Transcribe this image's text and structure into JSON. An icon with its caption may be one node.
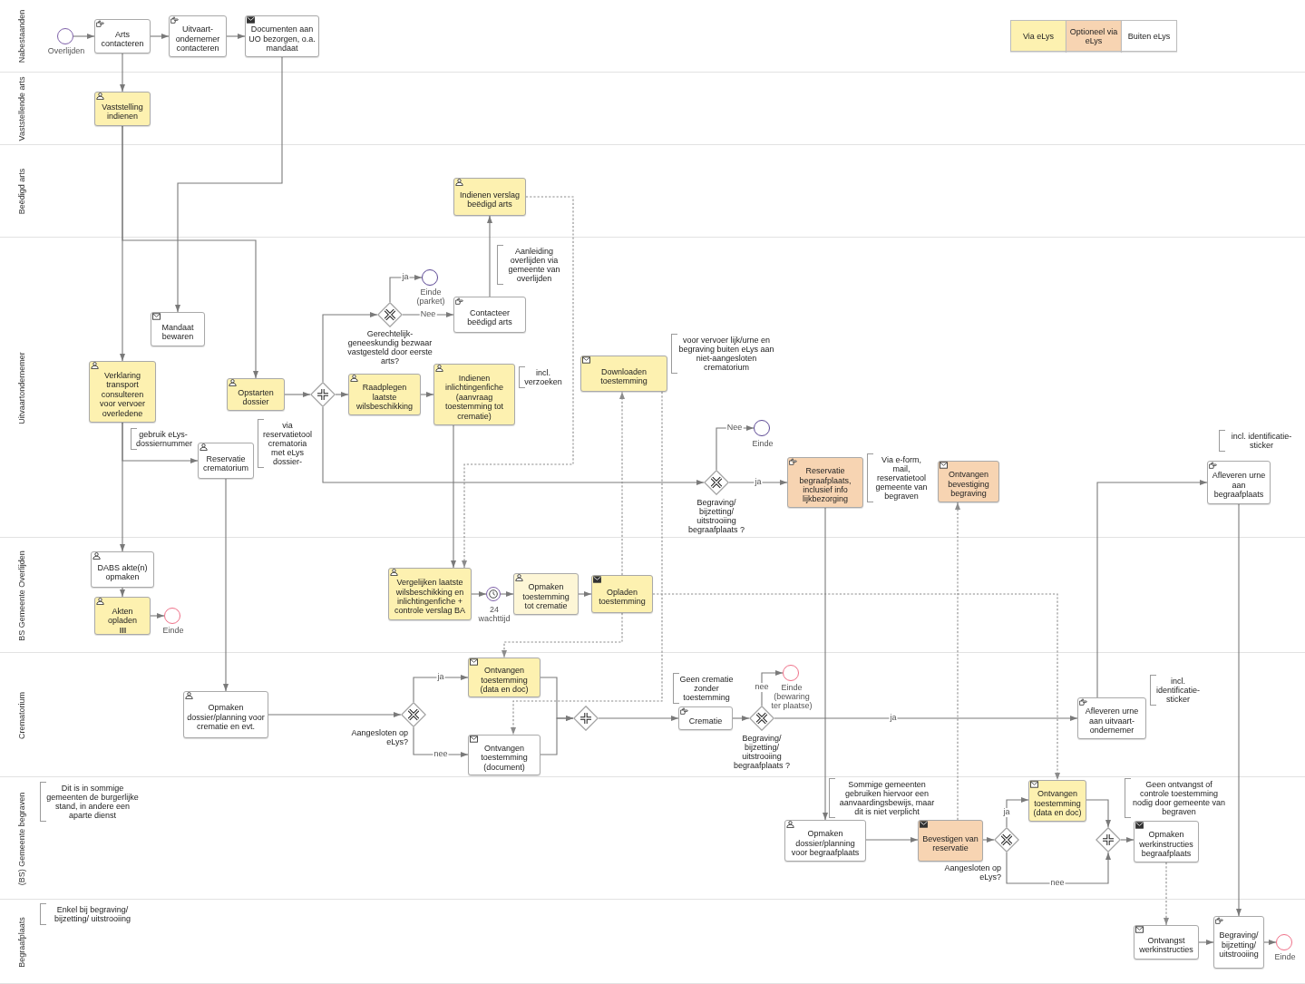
{
  "diagram": {
    "nodes": [
      {
        "text": [
          "Nabestaanden"
        ]
      },
      {
        "text": [
          "Overlijden"
        ],
        "in": 0
      },
      {
        "text": [
          "Arts contacteren"
        ],
        "in": 0
      },
      {
        "text": [
          "Uitvaart- ondernemer contacteren"
        ],
        "in": 0
      },
      {
        "text": [
          "Documenten aan UO bezorgen, o.a. mandaat"
        ],
        "in": 0
      },
      {
        "text": [
          "Vaststellende arts"
        ]
      },
      {
        "text": [
          "Vaststelling indienen"
        ],
        "in": 5
      },
      {
        "text": [
          "Beëdigd arts"
        ]
      },
      {
        "text": [
          "Indienen verslag beëdigd arts"
        ],
        "in": 7
      },
      {
        "text": [
          "Uitvaartondernemer"
        ]
      },
      {
        "text": [
          "Gerechtelijk-geneeskundig bezwaar vastgesteld door eerste arts?"
        ],
        "in": 9
      },
      {
        "text": [
          "Einde (parket)"
        ],
        "in": 9
      },
      {
        "text": [
          "Contacteer beëdigd arts"
        ],
        "in": 9
      },
      {
        "text": [
          "Mandaat bewaren"
        ],
        "in": 9
      },
      {
        "text": [
          "Verklaring transport consulteren voor vervoer overledene"
        ],
        "in": 9
      },
      {
        "text": [
          "Opstarten dossier"
        ],
        "in": 9
      },
      {
        "text": [],
        "shape": "diamond",
        "in": 9
      },
      {
        "text": [
          "Raadplegen laatste wilsbeschikking"
        ],
        "in": 9
      },
      {
        "text": [
          "Indienen inlichtingenfiche (aanvraag toestemming tot crematie)"
        ],
        "in": 9
      },
      {
        "text": [
          "Downloaden toestemming"
        ],
        "in": 9
      },
      {
        "text": [
          "Reservatie crematorium"
        ],
        "in": 9
      },
      {
        "text": [
          "Begraving/ bijzetting/ uitstrooiing begraafplaats ?"
        ],
        "in": 9
      },
      {
        "text": [
          "Einde"
        ],
        "in": 9
      },
      {
        "text": [
          "Reservatie begraafplaats, inclusief info lijkbezorging"
        ],
        "in": 9
      },
      {
        "text": [
          "Ontvangen bevestiging begraving"
        ],
        "in": 9
      },
      {
        "text": [
          "Afleveren urne aan begraafplaats"
        ],
        "in": 9
      },
      {
        "text": [
          "BS Gemeente Overlijden"
        ]
      },
      {
        "text": [
          "DABS akte(n) opmaken"
        ],
        "in": 26
      },
      {
        "text": [
          "Akten opladen"
        ],
        "in": 26
      },
      {
        "text": [
          "Einde"
        ],
        "in": 26
      },
      {
        "text": [
          "Vergelijken laatste wilsbeschikking en inlichtingenfiche + controle verslag BA"
        ],
        "in": 26
      },
      {
        "text": [
          "24 wachttijd"
        ],
        "in": 26
      },
      {
        "text": [
          "Opmaken toestemming tot crematie"
        ],
        "in": 26
      },
      {
        "text": [
          "Opladen toestemming"
        ],
        "in": 26
      },
      {
        "text": [
          "Crematorium"
        ]
      },
      {
        "text": [
          "Opmaken dossier/planning voor crematie en evt."
        ],
        "in": 34
      },
      {
        "text": [
          "Aangesloten op eLys?"
        ],
        "in": 34
      },
      {
        "text": [
          "Ontvangen toestemming (data en doc)"
        ],
        "in": 34
      },
      {
        "text": [
          "Ontvangen toestemming (document)"
        ],
        "in": 34
      },
      {
        "text": [],
        "shape": "diamond",
        "in": 34
      },
      {
        "text": [
          "Crematie"
        ],
        "in": 34
      },
      {
        "text": [
          "Begraving/ bijzetting/ uitstrooiing begraafplaats ?"
        ],
        "in": 34
      },
      {
        "text": [
          "Einde (bewaring ter plaatse)"
        ],
        "in": 34
      },
      {
        "text": [
          "Afleveren urne aan uitvaart- ondernemer"
        ],
        "in": 34
      },
      {
        "text": [
          "(BS) Gemeente begraven"
        ]
      },
      {
        "text": [
          "Opmaken dossier/planning voor begraafplaats"
        ],
        "in": 44
      },
      {
        "text": [
          "Bevestigen van reservatie"
        ],
        "in": 44
      },
      {
        "text": [
          "Aangesloten op eLys?"
        ],
        "in": 44
      },
      {
        "text": [
          "Ontvangen toestemming (data en doc)"
        ],
        "in": 44
      },
      {
        "text": [],
        "shape": "diamond",
        "in": 44
      },
      {
        "text": [
          "Opmaken werkinstructies begraafplaats"
        ],
        "in": 44
      },
      {
        "text": [
          "Begraafplaats"
        ]
      },
      {
        "text": [
          "Ontvangst werkinstructies"
        ],
        "in": 51
      },
      {
        "text": [
          "Begraving/ bijzetting/ uitstrooiing"
        ],
        "in": 51
      },
      {
        "text": [
          "Einde"
        ],
        "in": 51
      },
      {
        "text": [
          "Aanleiding overlijden via gemeente van overlijden"
        ],
        "in": 9
      },
      {
        "text": [
          "incl. verzoeken"
        ],
        "in": 9
      },
      {
        "text": [
          "voor vervoer lijk/urne en begraving buiten eLys aan niet-aangesloten crematorium"
        ],
        "in": 9
      },
      {
        "text": [
          "gebruik eLys-dossiernummer"
        ],
        "in": 9
      },
      {
        "text": [
          "via reservatietool crematoria met eLys dossier-"
        ],
        "in": 9
      },
      {
        "text": [
          "Via e-form, mail, reservatietool gemeente van begraven"
        ],
        "in": 9
      },
      {
        "text": [
          "incl. identificatie-sticker"
        ],
        "in": 9
      },
      {
        "text": [
          "Geen crematie zonder toestemming"
        ],
        "in": 34
      },
      {
        "text": [
          "incl. identificatie-sticker"
        ],
        "in": 34
      },
      {
        "text": [
          "Sommige gemeenten gebruiken hiervoor een aanvaardingsbewijs, maar dit is niet verplicht"
        ],
        "in": 44
      },
      {
        "text": [
          "Geen ontvangst of controle toestemming nodig door gemeente van begraven"
        ],
        "in": 44
      },
      {
        "text": [
          "Dit is in sommige gemeenten de burgerlijke stand, in andere een aparte dienst"
        ],
        "in": 44
      },
      {
        "text": [
          "Enkel bij begraving/ bijzetting/ uitstrooiing"
        ],
        "in": 51
      }
    ],
    "edges": [
      {
        "from": 1,
        "to": 2,
        "arrow": "to"
      },
      {
        "from": 2,
        "to": 3,
        "arrow": "to"
      },
      {
        "from": 3,
        "to": 4,
        "arrow": "to"
      },
      {
        "from": 2,
        "to": 6,
        "arrow": "to"
      },
      {
        "from": 6,
        "to": 14,
        "arrow": "to"
      },
      {
        "from": 6,
        "to": 15,
        "arrow": "to"
      },
      {
        "from": 4,
        "to": 13,
        "arrow": "to"
      },
      {
        "from": 14,
        "to": 27,
        "arrow": "to"
      },
      {
        "from": 14,
        "to": 20,
        "arrow": "to"
      },
      {
        "from": 27,
        "to": 28,
        "arrow": "to"
      },
      {
        "from": 28,
        "to": 29,
        "arrow": "to"
      },
      {
        "from": 15,
        "to": 16,
        "arrow": "to"
      },
      {
        "from": 16,
        "to": 10,
        "arrow": "to"
      },
      {
        "from": 16,
        "to": 17,
        "arrow": "to"
      },
      {
        "from": 16,
        "to": 21,
        "arrow": "to"
      },
      {
        "from": 10,
        "to": 11,
        "arrow": "to",
        "label": "ja"
      },
      {
        "from": 10,
        "to": 12,
        "arrow": "to",
        "label": "Nee"
      },
      {
        "from": 12,
        "to": 8,
        "arrow": "to"
      },
      {
        "from": 8,
        "to": 30,
        "arrow": "to",
        "style": "dashed"
      },
      {
        "from": 17,
        "to": 18,
        "arrow": "to"
      },
      {
        "from": 18,
        "to": 30,
        "arrow": "to"
      },
      {
        "from": 30,
        "to": 31,
        "arrow": "to"
      },
      {
        "from": 31,
        "to": 32,
        "arrow": "to"
      },
      {
        "from": 32,
        "to": 33,
        "arrow": "to"
      },
      {
        "from": 33,
        "to": 19,
        "arrow": "to",
        "style": "dashed"
      },
      {
        "from": 33,
        "to": 37,
        "arrow": "to",
        "style": "dashed"
      },
      {
        "from": 19,
        "to": 38,
        "arrow": "to",
        "style": "dashed"
      },
      {
        "from": 33,
        "to": 48,
        "arrow": "to",
        "style": "dashed"
      },
      {
        "from": 20,
        "to": 35,
        "arrow": "to"
      },
      {
        "from": 35,
        "to": 36,
        "arrow": "to"
      },
      {
        "from": 36,
        "to": 37,
        "arrow": "to",
        "label": "ja"
      },
      {
        "from": 36,
        "to": 38,
        "arrow": "to",
        "label": "nee"
      },
      {
        "from": 37,
        "to": 39,
        "arrow": "to"
      },
      {
        "from": 38,
        "to": 39,
        "arrow": "to"
      },
      {
        "from": 39,
        "to": 40,
        "arrow": "to"
      },
      {
        "from": 40,
        "to": 41,
        "arrow": "to"
      },
      {
        "from": 41,
        "to": 42,
        "arrow": "to",
        "label": "nee"
      },
      {
        "from": 41,
        "to": 43,
        "arrow": "to",
        "label": "ja"
      },
      {
        "from": 43,
        "to": 25,
        "arrow": "to"
      },
      {
        "from": 25,
        "to": 53,
        "arrow": "to"
      },
      {
        "from": 21,
        "to": 22,
        "arrow": "to",
        "label": "Nee"
      },
      {
        "from": 21,
        "to": 23,
        "arrow": "to",
        "label": "ja"
      },
      {
        "from": 23,
        "to": 45,
        "arrow": "to"
      },
      {
        "from": 45,
        "to": 46,
        "arrow": "to"
      },
      {
        "from": 46,
        "to": 24,
        "arrow": "to",
        "style": "dashed"
      },
      {
        "from": 46,
        "to": 47,
        "arrow": "to"
      },
      {
        "from": 47,
        "to": 48,
        "arrow": "to",
        "label": "ja"
      },
      {
        "from": 47,
        "to": 49,
        "arrow": "to",
        "label": "nee"
      },
      {
        "from": 48,
        "to": 49,
        "arrow": "to"
      },
      {
        "from": 49,
        "to": 50,
        "arrow": "to"
      },
      {
        "from": 50,
        "to": 52,
        "arrow": "to",
        "style": "dashed"
      },
      {
        "from": 52,
        "to": 53,
        "arrow": "to"
      },
      {
        "from": 53,
        "to": 54,
        "arrow": "to"
      }
    ],
    "legend": [
      {
        "text": "Via eLys",
        "color": "#fdf1b0"
      },
      {
        "text": "Optioneel via eLys",
        "color": "#f7d4b2"
      },
      {
        "text": "Buiten eLys",
        "color": "#ffffff"
      }
    ]
  }
}
